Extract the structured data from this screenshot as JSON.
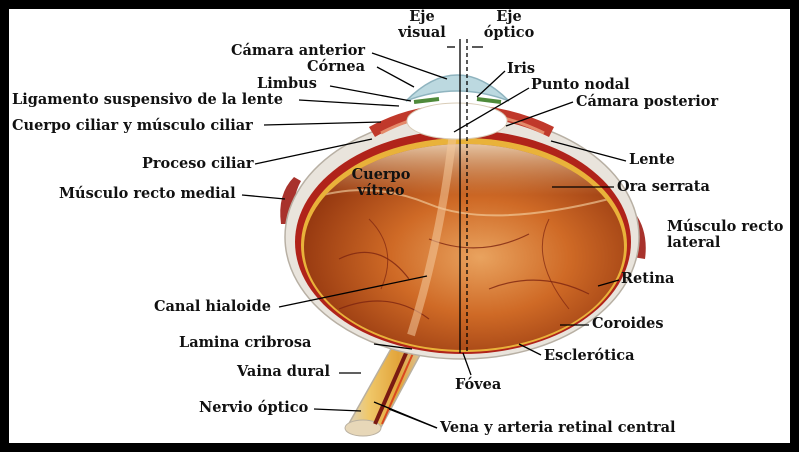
{
  "diagram": {
    "labels": {
      "eje_visual": "Eje\nvisual",
      "eje_optico": "Eje\nóptico",
      "camara_anterior": "Cámara anterior",
      "cornea": "Córnea",
      "limbus": "Limbus",
      "iris": "Iris",
      "punto_nodal": "Punto nodal",
      "ligamento": "Ligamento suspensivo de la lente",
      "camara_posterior": "Cámara posterior",
      "cuerpo_ciliar": "Cuerpo ciliar y músculo ciliar",
      "lente": "Lente",
      "proceso_ciliar": "Proceso ciliar",
      "cuerpo_vitreo": "Cuerpo\nvítreo",
      "ora_serrata": "Ora serrata",
      "musculo_recto_medial": "Músculo recto medial",
      "musculo_recto_lateral": "Músculo recto\nlateral",
      "retina": "Retina",
      "canal_hialoide": "Canal hialoide",
      "coroides": "Coroides",
      "lamina_cribrosa": "Lamina cribrosa",
      "esclerotica": "Esclerótica",
      "vaina_dural": "Vaina dural",
      "fovea": "Fóvea",
      "nervio_optico": "Nervio óptico",
      "vena_arteria": "Vena y arteria retinal central"
    },
    "colors": {
      "border": "#000000",
      "background": "#ffffff",
      "sclera": "#e9e4dc",
      "choroid": "#b0231a",
      "retina": "#e9b23a",
      "vitreous_light": "#e9a35f",
      "vitreous_dark": "#8b2f0c",
      "lens": "#ffffff",
      "cornea": "#bcd9e0",
      "muscle": "#a8322c",
      "nerve": "#e2b04a",
      "text": "#111111"
    }
  }
}
